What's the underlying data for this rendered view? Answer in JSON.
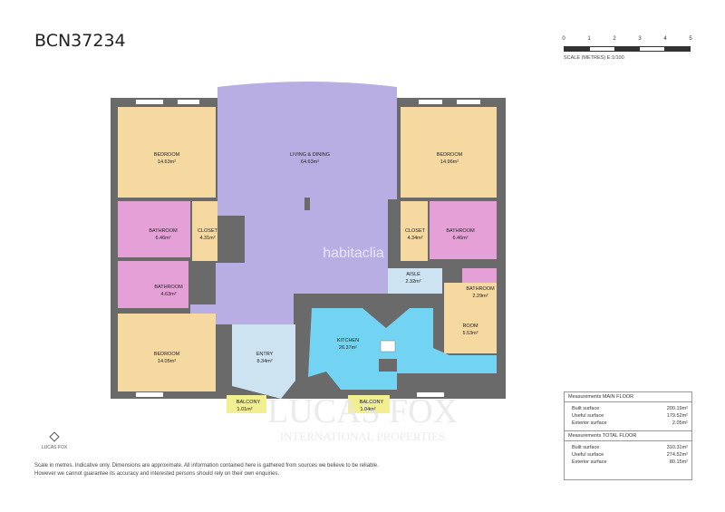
{
  "header": {
    "reference": "BCN37234"
  },
  "scale": {
    "ticks": [
      "0",
      "1",
      "2",
      "3",
      "4",
      "5"
    ],
    "caption": "SCALE (METRES) E:1/100"
  },
  "rooms": {
    "bedroom_nw": {
      "name": "BEDROOM",
      "area": "14.63m²"
    },
    "living": {
      "name": "LIVING & DINING",
      "area": "64.63m²"
    },
    "bedroom_ne": {
      "name": "BEDROOM",
      "area": "14.96m²"
    },
    "bathroom_w1": {
      "name": "BATHROOM",
      "area": "6.46m²"
    },
    "closet_w": {
      "name": "CLOSET",
      "area": "4.31m²"
    },
    "closet_e": {
      "name": "CLOSET",
      "area": "4.34m²"
    },
    "bathroom_e1": {
      "name": "BATHROOM",
      "area": "6.46m²"
    },
    "bathroom_w2": {
      "name": "BATHROOM",
      "area": "4.63m²"
    },
    "aisle": {
      "name": "AISLE",
      "area": "2.32m²"
    },
    "bathroom_e2": {
      "name": "BATHROOM",
      "area": "2.29m²"
    },
    "room": {
      "name": "ROOM",
      "area": "5.53m²"
    },
    "bedroom_sw": {
      "name": "BEDROOM",
      "area": "14.05m²"
    },
    "entry": {
      "name": "ENTRY",
      "area": "8.34m²"
    },
    "kitchen": {
      "name": "KITCHEN",
      "area": "26.37m²"
    },
    "balcony_w": {
      "name": "BALCONY",
      "area": "1.01m²"
    },
    "balcony_e": {
      "name": "BALCONY",
      "area": "1.04m²"
    }
  },
  "watermarks": {
    "habitaclia": "habitaclia",
    "brand": "LUCAS FOX",
    "brand_sub": "INTERNATIONAL PROPERTIES"
  },
  "measurements": {
    "main_floor": {
      "title": "Measurements MAIN FLOOR",
      "rows": [
        {
          "label": "Built surface",
          "value": "200.19m²"
        },
        {
          "label": "Useful surface",
          "value": "179.52m²"
        },
        {
          "label": "Exterior surface",
          "value": "2.05m²"
        }
      ]
    },
    "total_floor": {
      "title": "Measurements TOTAL FLOOR",
      "rows": [
        {
          "label": "Built surface",
          "value": "310.31m²"
        },
        {
          "label": "Useful surface",
          "value": "274.52m²"
        },
        {
          "label": "Exterior surface",
          "value": "80.15m²"
        }
      ]
    }
  },
  "footer": {
    "logo": "LUCAS FOX",
    "disclaimer_1": "Scale in metres. Indicative only. Dimensions are approximate. All information contained here is gathered from sources we believe to be reliable.",
    "disclaimer_2": "However we cannot guarantee its accuracy and interested persons should rely on their own enquiries."
  },
  "colors": {
    "bedroom": "#f6d9a1",
    "living": "#b9aee3",
    "bathroom": "#e6a0d8",
    "closet": "#f6d9a1",
    "entry": "#cde3f2",
    "kitchen": "#72d4f2",
    "aisle": "#cde3f2",
    "balcony": "#f2ef92",
    "wall": "#6a6a6a"
  }
}
